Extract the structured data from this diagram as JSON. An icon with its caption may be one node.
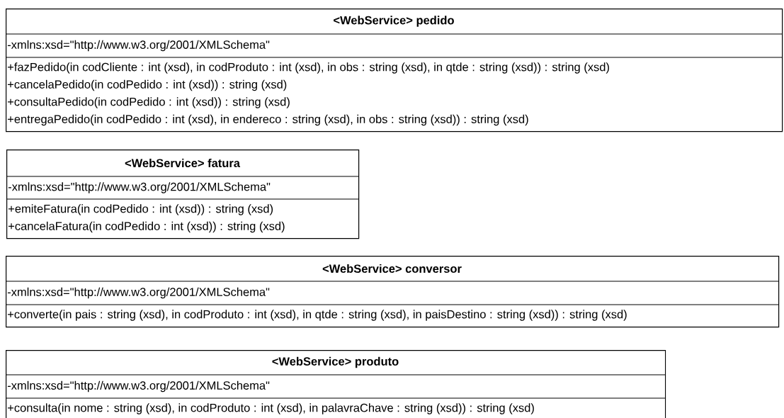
{
  "diagram": {
    "nodes": [
      {
        "text": [
          "<WebService> pedido",
          "-xmlns:xsd=\"http://www.w3.org/2001/XMLSchema\"",
          "+fazPedido(in codCliente : int (xsd), in codProduto : int (xsd), in obs : string (xsd), in qtde : string (xsd)) : string (xsd)",
          "+cancelaPedido(in codPedido : int (xsd)) : string (xsd)",
          "+consultaPedido(in codPedido : int (xsd)) : string (xsd)",
          "+entregaPedido(in codPedido : int (xsd), in endereco : string (xsd), in obs : string (xsd)) : string (xsd)"
        ]
      },
      {
        "text": [
          "<WebService> fatura",
          "-xmlns:xsd=\"http://www.w3.org/2001/XMLSchema\"",
          "+emiteFatura(in codPedido : int (xsd)) : string (xsd)",
          "+cancelaFatura(in codPedido : int (xsd)) : string (xsd)"
        ]
      },
      {
        "text": [
          "<WebService> conversor",
          "-xmlns:xsd=\"http://www.w3.org/2001/XMLSchema\"",
          "+converte(in pais : string (xsd), in codProduto : int (xsd), in qtde : string (xsd), in paisDestino : string (xsd)) : string (xsd)"
        ]
      },
      {
        "text": [
          "<WebService> produto",
          "-xmlns:xsd=\"http://www.w3.org/2001/XMLSchema\"",
          "+consulta(in nome : string (xsd), in codProduto : int (xsd), in palavraChave : string (xsd)) : string (xsd)"
        ]
      }
    ]
  }
}
